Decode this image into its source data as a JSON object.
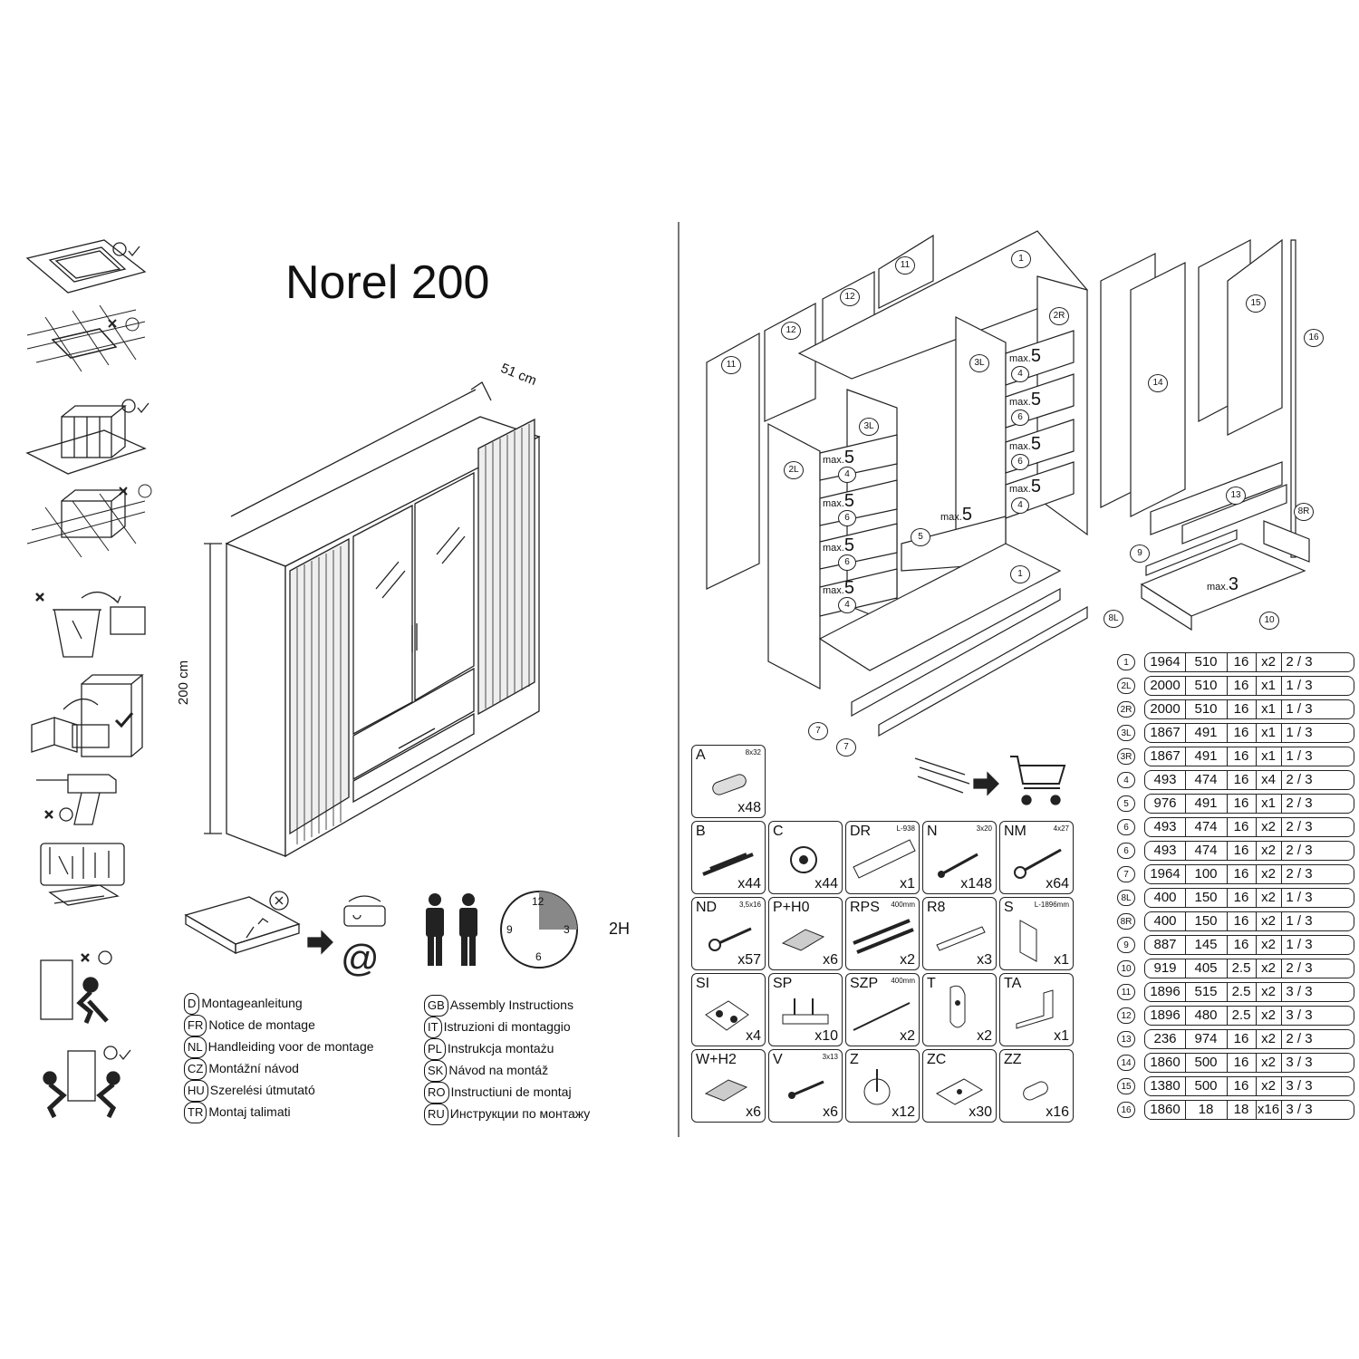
{
  "title": "Norel 200",
  "dimensions": {
    "depth": "51 cm",
    "height": "200 cm"
  },
  "duration": "2H",
  "clock_numbers": [
    "12",
    "3",
    "6",
    "9"
  ],
  "languages_left": [
    {
      "code": "D",
      "text": "Montageanleitung"
    },
    {
      "code": "FR",
      "text": "Notice de montage"
    },
    {
      "code": "NL",
      "text": "Handleiding voor de montage"
    },
    {
      "code": "CZ",
      "text": "Montážní návod"
    },
    {
      "code": "HU",
      "text": "Szerelési útmutató"
    },
    {
      "code": "TR",
      "text": "Montaj talimati"
    }
  ],
  "languages_right": [
    {
      "code": "GB",
      "text": "Assembly Instructions"
    },
    {
      "code": "IT",
      "text": "Istruzioni di montaggio"
    },
    {
      "code": "PL",
      "text": "Instrukcja montażu"
    },
    {
      "code": "SK",
      "text": "Návod na montáž"
    },
    {
      "code": "RO",
      "text": "Instructiuni de montaj"
    },
    {
      "code": "RU",
      "text": "Инструкции по монтажу"
    }
  ],
  "exploded_labels": [
    "1",
    "2R",
    "3L",
    "3L",
    "2L",
    "11",
    "12",
    "12",
    "11",
    "4",
    "6",
    "6",
    "4",
    "4",
    "6",
    "6",
    "4",
    "5",
    "1",
    "7",
    "7",
    "14",
    "15",
    "16",
    "13",
    "8R",
    "9",
    "8L",
    "10"
  ],
  "max_labels": {
    "prefix": "max.",
    "shelf": "5",
    "drawer": "3"
  },
  "parts": [
    {
      "id": "A",
      "dim": "8x32",
      "qty": "x48"
    },
    {
      "id": "B",
      "dim": "",
      "qty": "x44"
    },
    {
      "id": "C",
      "dim": "",
      "qty": "x44"
    },
    {
      "id": "DR",
      "dim": "L-938",
      "qty": "x1"
    },
    {
      "id": "N",
      "dim": "3x20",
      "qty": "x148"
    },
    {
      "id": "NM",
      "dim": "4x27",
      "qty": "x64"
    },
    {
      "id": "ND",
      "dim": "3,5x16",
      "qty": "x57"
    },
    {
      "id": "P+H0",
      "dim": "",
      "qty": "x6"
    },
    {
      "id": "RPS",
      "dim": "400mm",
      "qty": "x2"
    },
    {
      "id": "R8",
      "dim": "",
      "qty": "x3"
    },
    {
      "id": "S",
      "dim": "L-1896mm",
      "qty": "x1"
    },
    {
      "id": "SI",
      "dim": "",
      "qty": "x4"
    },
    {
      "id": "SP",
      "dim": "",
      "qty": "x10"
    },
    {
      "id": "SZP",
      "dim": "400mm",
      "qty": "x2"
    },
    {
      "id": "T",
      "dim": "",
      "qty": "x2"
    },
    {
      "id": "TA",
      "dim": "",
      "qty": "x1"
    },
    {
      "id": "W+H2",
      "dim": "",
      "qty": "x6"
    },
    {
      "id": "V",
      "dim": "3x13",
      "qty": "x6"
    },
    {
      "id": "Z",
      "dim": "",
      "qty": "x12"
    },
    {
      "id": "ZC",
      "dim": "",
      "qty": "x30"
    },
    {
      "id": "ZZ",
      "dim": "",
      "qty": "x16"
    }
  ],
  "panels": [
    {
      "num": "1",
      "a": "1964",
      "b": "510",
      "t": "16",
      "q": "x2",
      "p": "2 / 3"
    },
    {
      "num": "2L",
      "a": "2000",
      "b": "510",
      "t": "16",
      "q": "x1",
      "p": "1 / 3"
    },
    {
      "num": "2R",
      "a": "2000",
      "b": "510",
      "t": "16",
      "q": "x1",
      "p": "1 / 3"
    },
    {
      "num": "3L",
      "a": "1867",
      "b": "491",
      "t": "16",
      "q": "x1",
      "p": "1 / 3"
    },
    {
      "num": "3R",
      "a": "1867",
      "b": "491",
      "t": "16",
      "q": "x1",
      "p": "1 / 3"
    },
    {
      "num": "4",
      "a": "493",
      "b": "474",
      "t": "16",
      "q": "x4",
      "p": "2 / 3"
    },
    {
      "num": "5",
      "a": "976",
      "b": "491",
      "t": "16",
      "q": "x1",
      "p": "2 / 3"
    },
    {
      "num": "6",
      "a": "493",
      "b": "474",
      "t": "16",
      "q": "x2",
      "p": "2 / 3"
    },
    {
      "num": "6",
      "a": "493",
      "b": "474",
      "t": "16",
      "q": "x2",
      "p": "2 / 3"
    },
    {
      "num": "7",
      "a": "1964",
      "b": "100",
      "t": "16",
      "q": "x2",
      "p": "2 / 3"
    },
    {
      "num": "8L",
      "a": "400",
      "b": "150",
      "t": "16",
      "q": "x2",
      "p": "1 / 3"
    },
    {
      "num": "8R",
      "a": "400",
      "b": "150",
      "t": "16",
      "q": "x2",
      "p": "1 / 3"
    },
    {
      "num": "9",
      "a": "887",
      "b": "145",
      "t": "16",
      "q": "x2",
      "p": "1 / 3"
    },
    {
      "num": "10",
      "a": "919",
      "b": "405",
      "t": "2.5",
      "q": "x2",
      "p": "2 / 3"
    },
    {
      "num": "11",
      "a": "1896",
      "b": "515",
      "t": "2.5",
      "q": "x2",
      "p": "3 / 3"
    },
    {
      "num": "12",
      "a": "1896",
      "b": "480",
      "t": "2.5",
      "q": "x2",
      "p": "3 / 3"
    },
    {
      "num": "13",
      "a": "236",
      "b": "974",
      "t": "16",
      "q": "x2",
      "p": "2 / 3"
    },
    {
      "num": "14",
      "a": "1860",
      "b": "500",
      "t": "16",
      "q": "x2",
      "p": "3 / 3"
    },
    {
      "num": "15",
      "a": "1380",
      "b": "500",
      "t": "16",
      "q": "x2",
      "p": "3 / 3"
    },
    {
      "num": "16",
      "a": "1860",
      "b": "18",
      "t": "18",
      "q": "x16",
      "p": "3 / 3"
    }
  ]
}
